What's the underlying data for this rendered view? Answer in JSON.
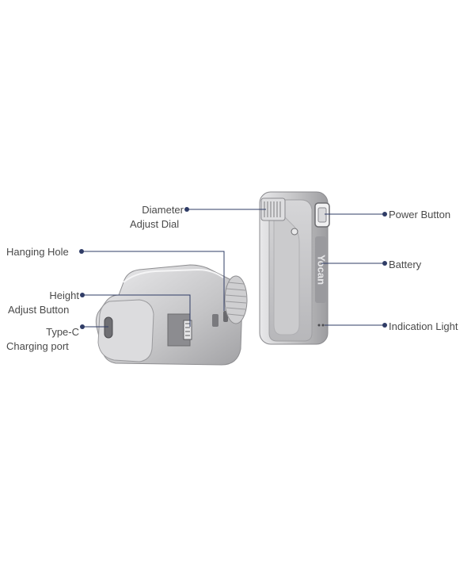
{
  "callouts": {
    "diameter_dial": {
      "line1": "Diameter",
      "line2": "Adjust Dial"
    },
    "hanging_hole": {
      "text": "Hanging Hole"
    },
    "height_button": {
      "line1": "Height",
      "line2": "Adjust Button"
    },
    "type_c": {
      "line1": "Type-C",
      "line2": "Charging port"
    },
    "power_button": {
      "text": "Power Button"
    },
    "battery": {
      "text": "Battery"
    },
    "indication_light": {
      "text": "Indication Light"
    }
  },
  "device_logo": "Yocan",
  "colors": {
    "callout_line": "#2f3c66",
    "label_text": "#4a4a4a",
    "device_body": "#c9c9cb"
  }
}
